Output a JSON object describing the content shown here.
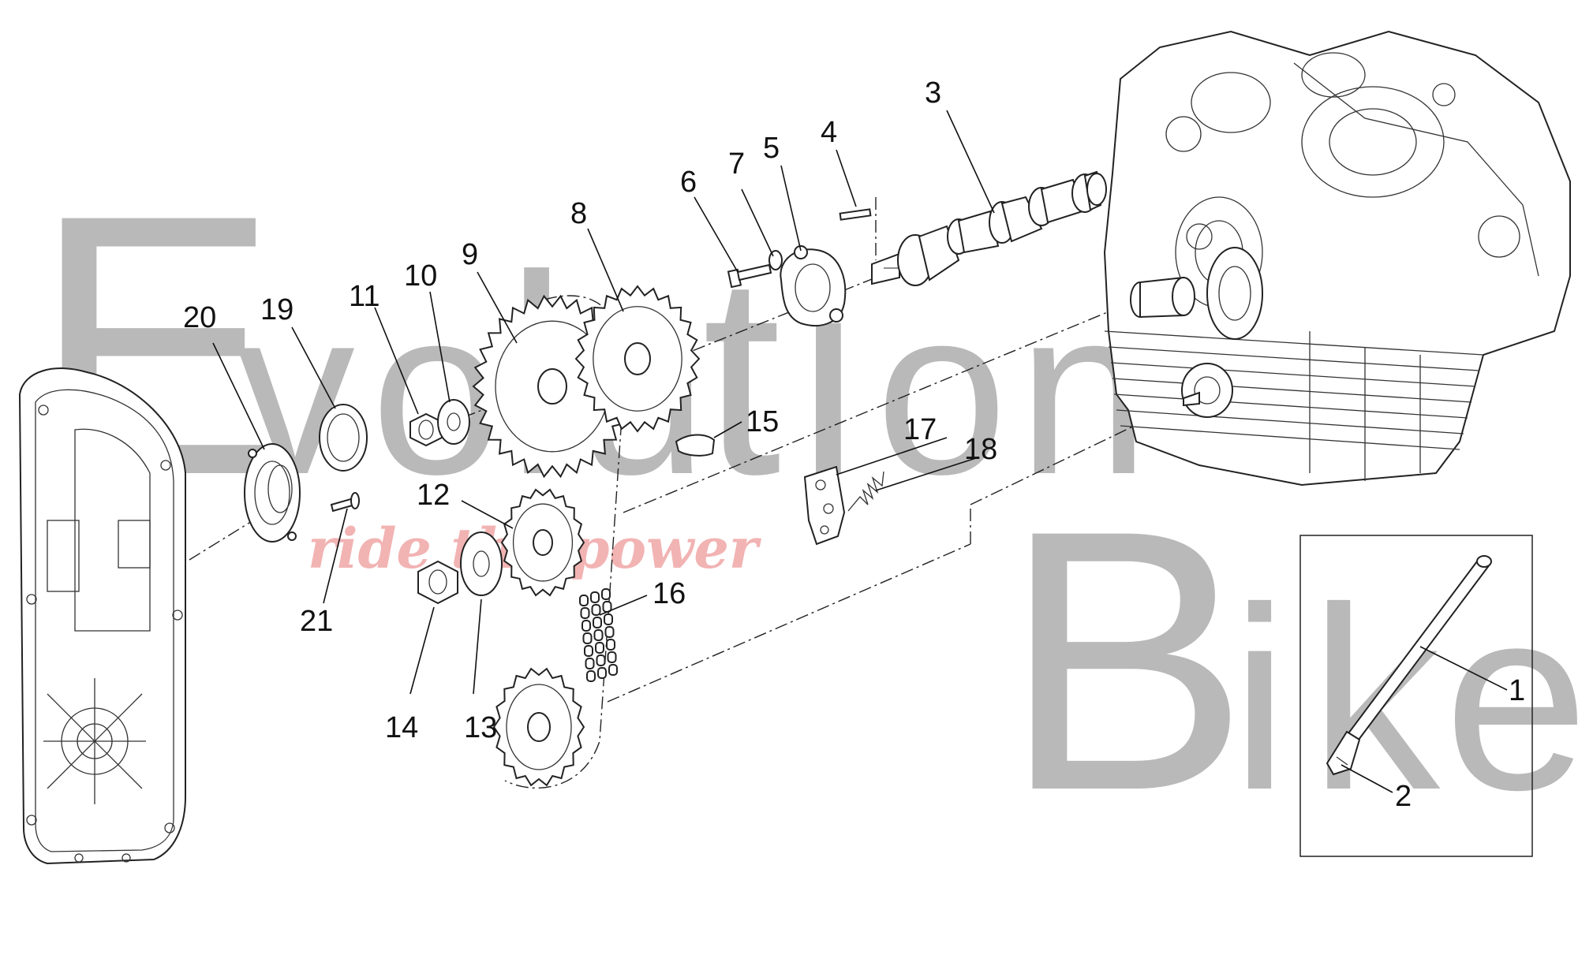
{
  "watermark": {
    "line1_letters": [
      "E",
      "v",
      "o",
      "l",
      "u",
      "t",
      "i",
      "o",
      "n"
    ],
    "line2_letters": [
      "B",
      "i",
      "k",
      "e"
    ],
    "tagline": "ride the power"
  },
  "callouts": [
    "1",
    "2",
    "3",
    "4",
    "5",
    "6",
    "7",
    "8",
    "9",
    "10",
    "11",
    "12",
    "13",
    "14",
    "15",
    "16",
    "17",
    "18",
    "19",
    "20",
    "21"
  ],
  "icons": [
    "timing-cover",
    "crankcase",
    "camshaft",
    "sprocket",
    "chain",
    "tensioner-rod"
  ]
}
